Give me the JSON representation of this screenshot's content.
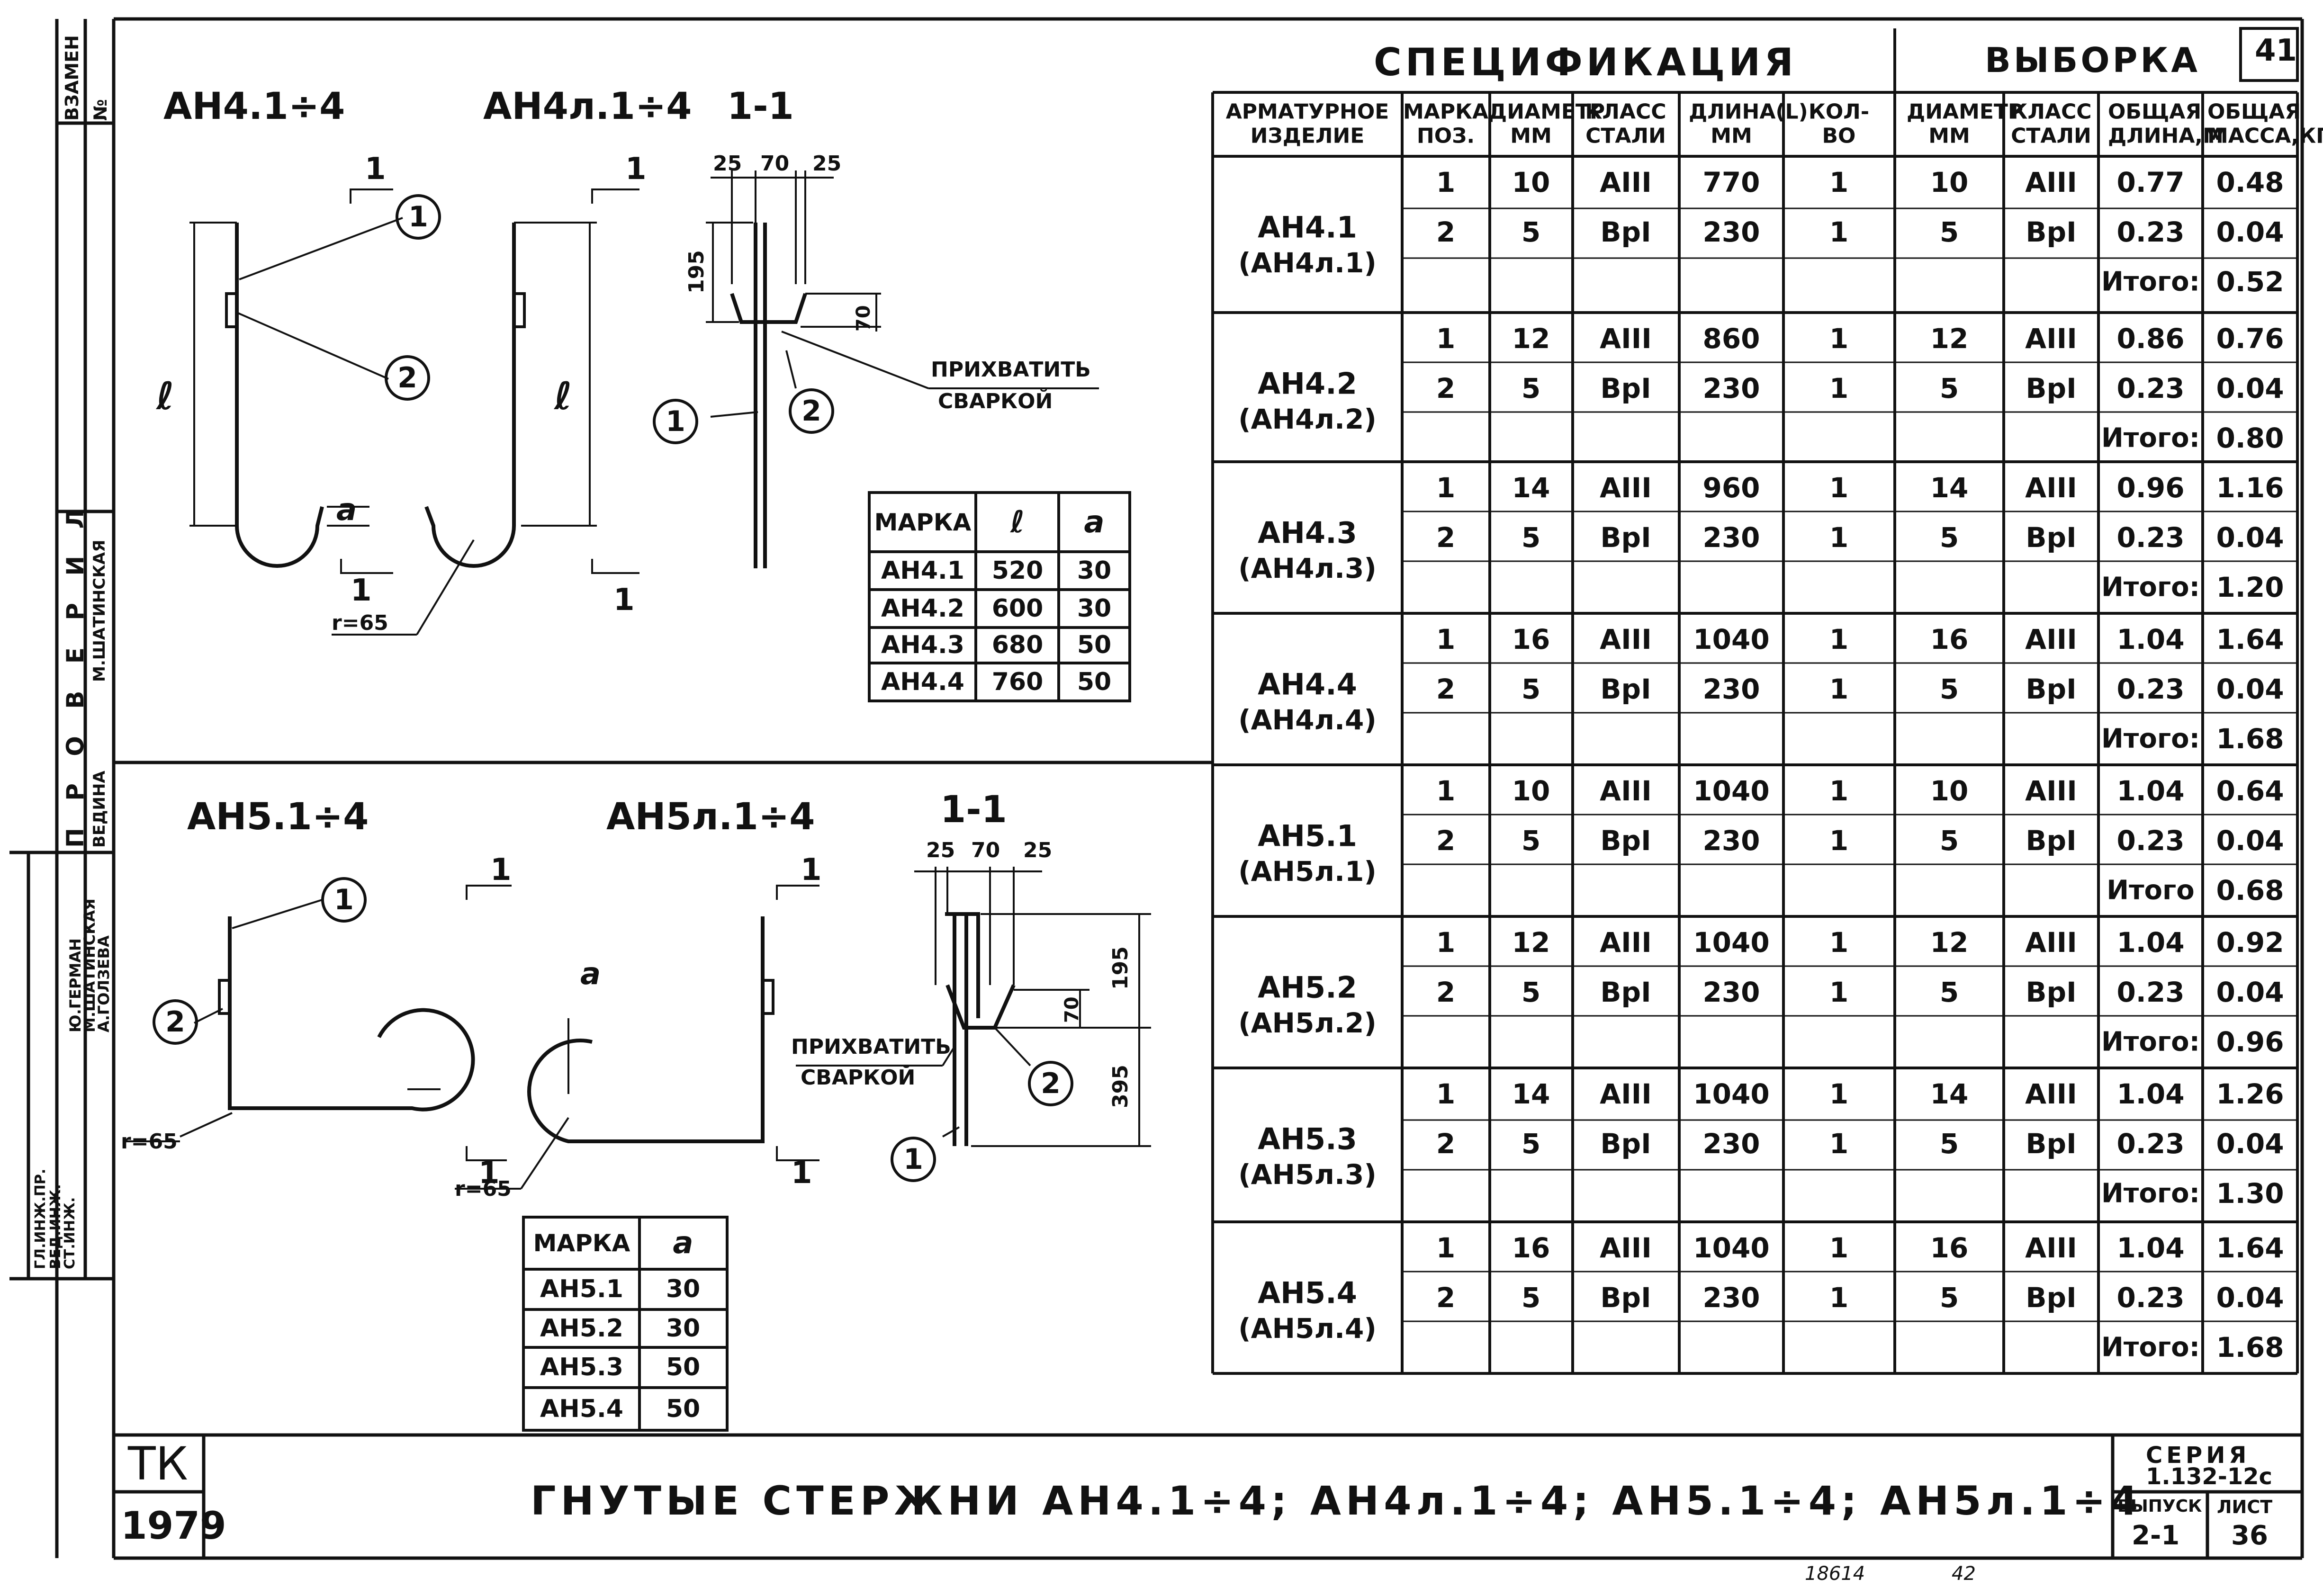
{
  "sheet_number": "41",
  "left_strip": {
    "vzam": "ВЗАМЕН",
    "no": "№",
    "proverila_label": "П Р О В Е Р И Л",
    "roles": [
      "ГЛ.ИНЖ.ПР.",
      "ВЕД.ИНЖ.",
      "СТ.ИНЖ."
    ],
    "names": [
      "Ю.ГЕРМАН",
      "М.ШАТИНСКАЯ",
      "А.ГОЛЗЕВА"
    ],
    "checkers": [
      "М.ШАТИНСКАЯ",
      "ВЕДИНА"
    ]
  },
  "top_drawing": {
    "label_left": "АН4.1÷4",
    "label_right": "АН4л.1÷4",
    "section": "1-1",
    "dim_25a": "25",
    "dim_70": "70",
    "dim_25b": "25",
    "dim_195": "195",
    "dim_70v": "70",
    "l": "ℓ",
    "r65": "r=65",
    "a": "a",
    "cut": "1",
    "weld_note_1": "ПРИХВАТИТЬ",
    "weld_note_2": "СВАРКОЙ",
    "pos1": "1",
    "pos2": "2"
  },
  "marka_table_top": {
    "headers": [
      "МАРКА",
      "ℓ",
      "a"
    ],
    "rows": [
      [
        "АН4.1",
        "520",
        "30"
      ],
      [
        "АН4.2",
        "600",
        "30"
      ],
      [
        "АН4.3",
        "680",
        "50"
      ],
      [
        "АН4.4",
        "760",
        "50"
      ]
    ]
  },
  "bottom_drawing": {
    "label_left": "АН5.1÷4",
    "label_right": "АН5л.1÷4",
    "section": "1-1",
    "dim_25a": "25",
    "dim_70": "70",
    "dim_25b": "25",
    "dim_195": "195",
    "dim_70v": "70",
    "dim_395": "395",
    "r65": "r=65",
    "a": "a",
    "cut": "1",
    "weld_note_1": "ПРИХВАТИТЬ",
    "weld_note_2": "СВАРКОЙ",
    "pos1": "1",
    "pos2": "2"
  },
  "marka_table_bottom": {
    "headers": [
      "МАРКА",
      "a"
    ],
    "rows": [
      [
        "АН5.1",
        "30"
      ],
      [
        "АН5.2",
        "30"
      ],
      [
        "АН5.3",
        "50"
      ],
      [
        "АН5.4",
        "50"
      ]
    ]
  },
  "spec": {
    "title_spec": "СПЕЦИФИКАЦИЯ",
    "title_vyb": "ВЫБОРКА",
    "headers": [
      "АРМАТУРНОЕ ИЗДЕЛИЕ",
      "МАРКА ПОЗ.",
      "ДИАМЕТР ММ",
      "КЛАСС СТАЛИ",
      "ДЛИНА(L) ММ",
      "КОЛ-ВО",
      "ДИАМЕТР ММ",
      "КЛАСС СТАЛИ",
      "ОБЩАЯ ДЛИНА,М",
      "ОБЩАЯ МАССА,КГ"
    ],
    "groups": [
      {
        "name": "АН4.1",
        "alt": "(АН4л.1)",
        "rows": [
          [
            "1",
            "10",
            "АIII",
            "770",
            "1",
            "10",
            "АIII",
            "0.77",
            "0.48"
          ],
          [
            "2",
            "5",
            "ВрI",
            "230",
            "1",
            "5",
            "ВрI",
            "0.23",
            "0.04"
          ]
        ],
        "itogo_label": "Итого:",
        "itogo": "0.52"
      },
      {
        "name": "АН4.2",
        "alt": "(АН4л.2)",
        "rows": [
          [
            "1",
            "12",
            "АIII",
            "860",
            "1",
            "12",
            "АIII",
            "0.86",
            "0.76"
          ],
          [
            "2",
            "5",
            "ВрI",
            "230",
            "1",
            "5",
            "ВрI",
            "0.23",
            "0.04"
          ]
        ],
        "itogo_label": "Итого:",
        "itogo": "0.80"
      },
      {
        "name": "АН4.3",
        "alt": "(АН4л.3)",
        "rows": [
          [
            "1",
            "14",
            "АIII",
            "960",
            "1",
            "14",
            "АIII",
            "0.96",
            "1.16"
          ],
          [
            "2",
            "5",
            "ВрI",
            "230",
            "1",
            "5",
            "ВрI",
            "0.23",
            "0.04"
          ]
        ],
        "itogo_label": "Итого:",
        "itogo": "1.20"
      },
      {
        "name": "АН4.4",
        "alt": "(АН4л.4)",
        "rows": [
          [
            "1",
            "16",
            "АIII",
            "1040",
            "1",
            "16",
            "АIII",
            "1.04",
            "1.64"
          ],
          [
            "2",
            "5",
            "ВрI",
            "230",
            "1",
            "5",
            "ВрI",
            "0.23",
            "0.04"
          ]
        ],
        "itogo_label": "Итого:",
        "itogo": "1.68"
      },
      {
        "name": "АН5.1",
        "alt": "(АН5л.1)",
        "rows": [
          [
            "1",
            "10",
            "АIII",
            "1040",
            "1",
            "10",
            "АIII",
            "1.04",
            "0.64"
          ],
          [
            "2",
            "5",
            "ВрI",
            "230",
            "1",
            "5",
            "ВрI",
            "0.23",
            "0.04"
          ]
        ],
        "itogo_label": "Итого",
        "itogo": "0.68"
      },
      {
        "name": "АН5.2",
        "alt": "(АН5л.2)",
        "rows": [
          [
            "1",
            "12",
            "АIII",
            "1040",
            "1",
            "12",
            "АIII",
            "1.04",
            "0.92"
          ],
          [
            "2",
            "5",
            "ВрI",
            "230",
            "1",
            "5",
            "ВрI",
            "0.23",
            "0.04"
          ]
        ],
        "itogo_label": "Итого:",
        "itogo": "0.96"
      },
      {
        "name": "АН5.3",
        "alt": "(АН5л.3)",
        "rows": [
          [
            "1",
            "14",
            "АIII",
            "1040",
            "1",
            "14",
            "АIII",
            "1.04",
            "1.26"
          ],
          [
            "2",
            "5",
            "ВрI",
            "230",
            "1",
            "5",
            "ВрI",
            "0.23",
            "0.04"
          ]
        ],
        "itogo_label": "Итого:",
        "itogo": "1.30"
      },
      {
        "name": "АН5.4",
        "alt": "(АН5л.4)",
        "rows": [
          [
            "1",
            "16",
            "АIII",
            "1040",
            "1",
            "16",
            "АIII",
            "1.04",
            "1.64"
          ],
          [
            "2",
            "5",
            "ВрI",
            "230",
            "1",
            "5",
            "ВрI",
            "0.23",
            "0.04"
          ]
        ],
        "itogo_label": "Итого:",
        "itogo": "1.68"
      }
    ]
  },
  "title_block": {
    "tk": "ТК",
    "year": "1979",
    "title": "ГНУТЫЕ СТЕРЖНИ АН4.1÷4; АН4л.1÷4; АН5.1÷4; АН5л.1÷4",
    "seriya_label": "СЕРИЯ",
    "seriya": "1.132-12с",
    "vypusk_label": "ВЫПУСК",
    "vypusk": "2-1",
    "list_label": "ЛИСТ",
    "list": "36",
    "footer_note": "18614",
    "footer_note2": "42"
  }
}
